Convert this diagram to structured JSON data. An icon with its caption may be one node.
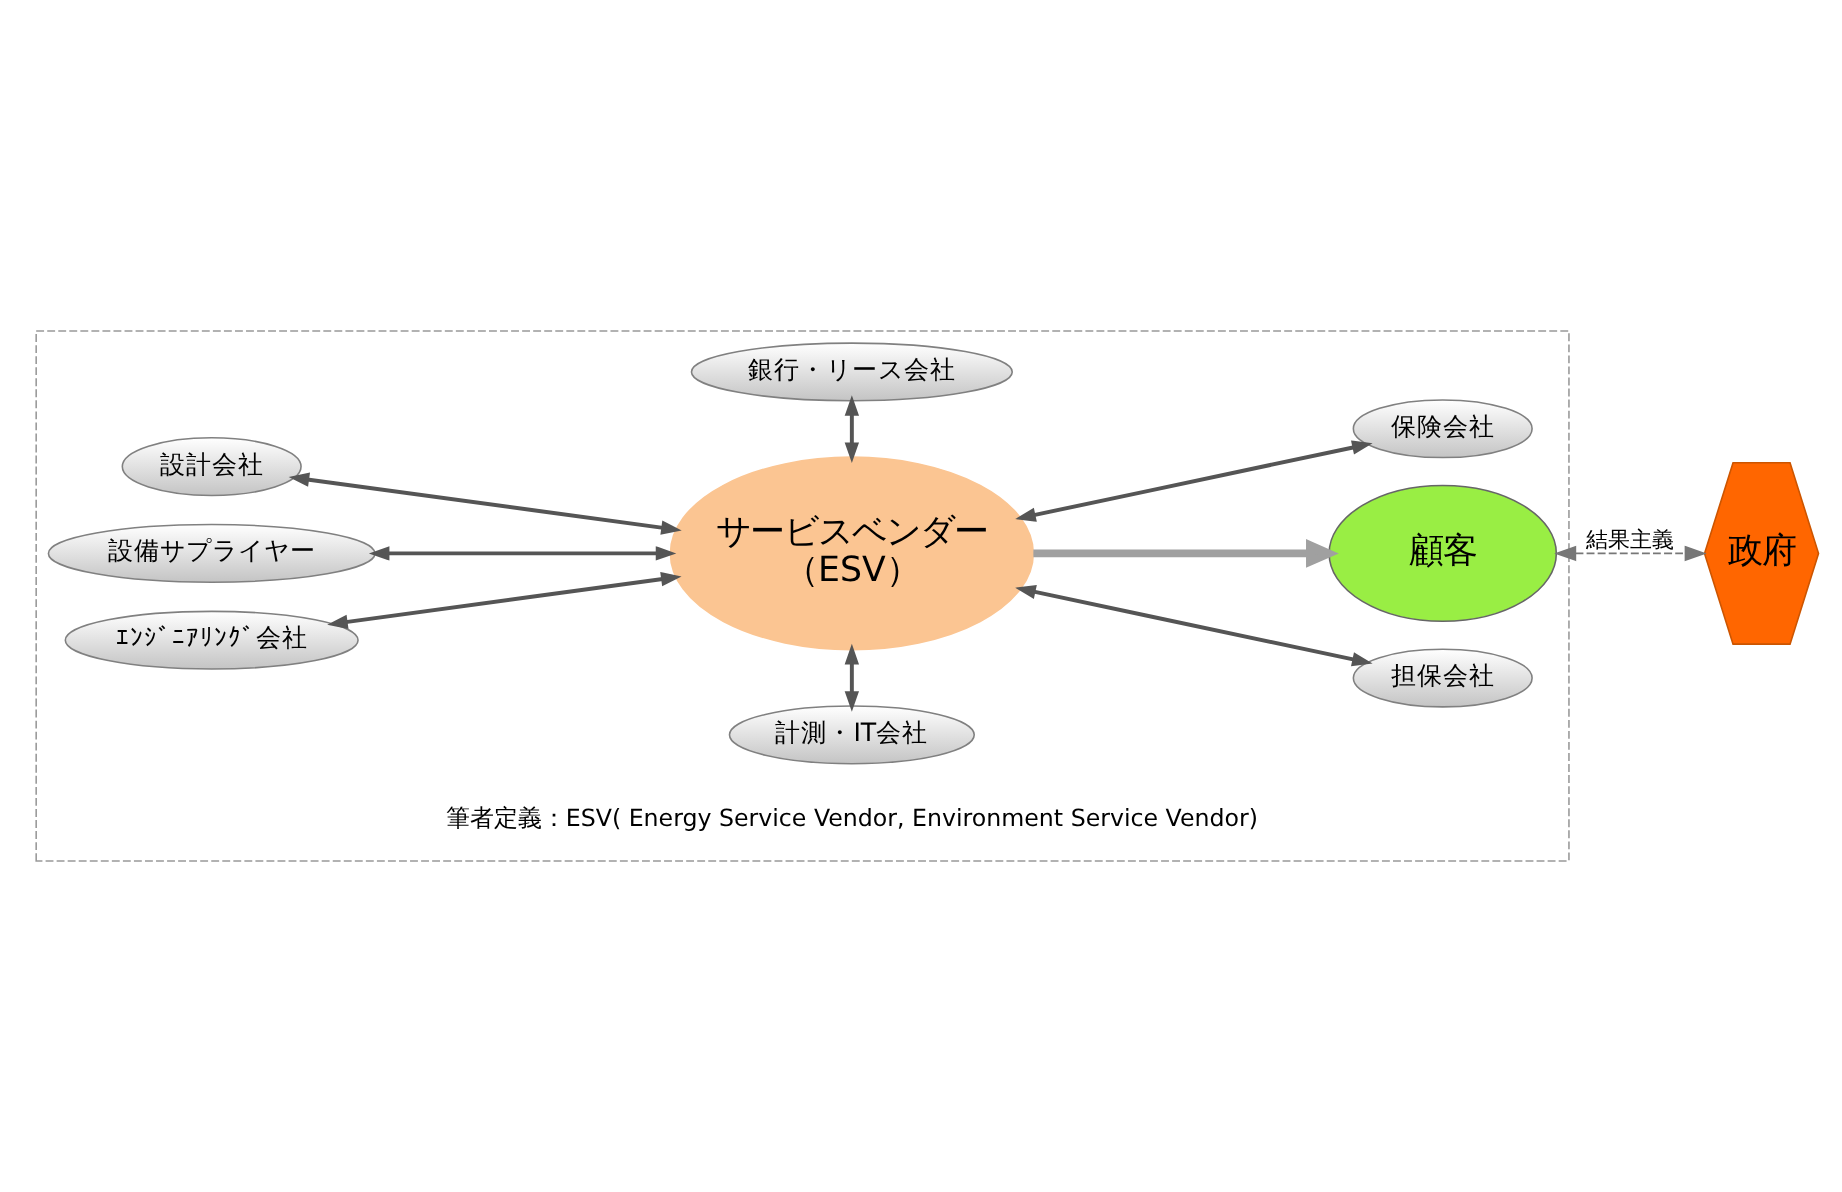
{
  "diagram": {
    "nodes": [
      {
        "text": [],
        "shape": "box"
      },
      {
        "text": [
          "銀行・リース会社"
        ],
        "in": 0
      },
      {
        "text": [
          "設計会社"
        ],
        "in": 0
      },
      {
        "text": [
          "担保会社"
        ],
        "in": 0
      },
      {
        "text": [
          "設備サプライヤー"
        ],
        "in": 0
      },
      {
        "text": [
          "サービスベンダー",
          "（ESV）"
        ],
        "in": 0
      },
      {
        "text": [
          "顧客"
        ],
        "in": 0
      },
      {
        "text": [
          "ｴﾝｼﾞﾆｱﾘﾝｸﾞ会社"
        ],
        "in": 0
      },
      {
        "text": [
          "保険会社"
        ],
        "in": 0
      },
      {
        "text": [
          "計測・IT会社"
        ],
        "in": 0
      },
      {
        "text": [
          "政府"
        ]
      }
    ],
    "edges": [
      {
        "from": 5,
        "to": 1,
        "arrow": "both"
      },
      {
        "from": 5,
        "to": 2,
        "arrow": "both"
      },
      {
        "from": 5,
        "to": 3,
        "arrow": "both"
      },
      {
        "from": 5,
        "to": 4,
        "arrow": "both"
      },
      {
        "from": 5,
        "to": 7,
        "arrow": "both"
      },
      {
        "from": 5,
        "to": 9,
        "arrow": "both"
      },
      {
        "from": 5,
        "to": 8,
        "arrow": "both"
      },
      {
        "from": 5,
        "to": 6,
        "arrow": "to",
        "style": "thick"
      },
      {
        "from": 6,
        "to": 10,
        "arrow": "both",
        "style": "dashed",
        "label": "結果主義"
      }
    ],
    "labels": [
      "筆者定義：ESV( Energy Service Vendor, Environment Service Vendor)"
    ]
  }
}
